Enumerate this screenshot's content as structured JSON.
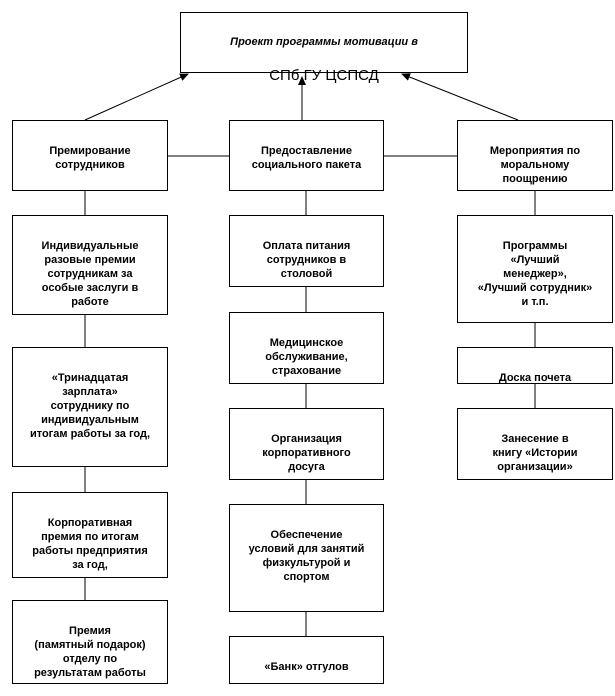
{
  "title": {
    "line1": "Проект программы мотивации  в",
    "line2": "СПб ГУ ЦСПСД"
  },
  "columns": [
    {
      "header": "Премирование\nсотрудников",
      "items": [
        "Индивидуальные\nразовые премии\nсотрудникам за\nособые заслуги в\nработе",
        "«Тринадцатая\nзарплата»\nсотруднику по\nиндивидуальным\nитогам работы за год,",
        "Корпоративная\nпремия по итогам\nработы предприятия\nза год,",
        "Премия\n(памятный подарок)\nотделу по\nрезультатам работы"
      ]
    },
    {
      "header": "Предоставление\nсоциального пакета",
      "items": [
        "Оплата питания\nсотрудников в\nстоловой",
        "Медицинское\nобслуживание,\nстрахование",
        "Организация\nкорпоративного\nдосуга",
        "Обеспечение\nусловий для занятий\nфизкультурой и\nспортом",
        "«Банк» отгулов"
      ]
    },
    {
      "header": "Мероприятия по\nморальному\nпоощрению",
      "items": [
        "Программы\n«Лучший\nменеджер»,\n«Лучший сотрудник»\nи т.п.",
        "Доска почета",
        "Занесение в\nкнигу «Истории\nорганизации»"
      ]
    }
  ]
}
